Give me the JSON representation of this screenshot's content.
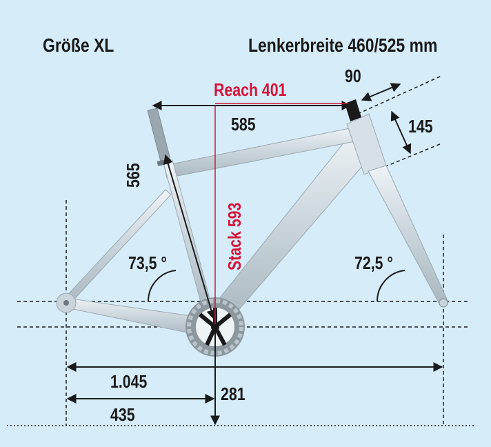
{
  "header": {
    "size_label": "Größe XL",
    "handlebar_label": "Lenkerbreite 460/525 mm"
  },
  "measurements": {
    "reach": "Reach 401",
    "stack": "Stack 593",
    "top_tube": "585",
    "seat_tube": "565",
    "stem": "90",
    "head_tube": "145",
    "seat_angle": "73,5 °",
    "head_angle": "72,5 °",
    "wheelbase": "1.045",
    "chainstay": "435",
    "bb_drop": "281"
  },
  "colors": {
    "background": "#d6ecf8",
    "frame": "#c8d3da",
    "lines": "#1a1a1a",
    "accent": "#d4143a"
  }
}
